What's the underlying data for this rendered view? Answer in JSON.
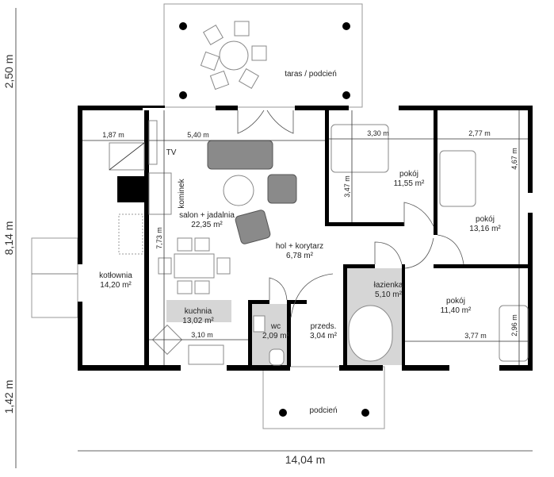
{
  "rooms": {
    "terrace": {
      "name": "taras / podcień"
    },
    "porch": {
      "name": "podcień"
    },
    "boiler": {
      "name": "kotłownia",
      "area": "14,20 m²"
    },
    "living": {
      "name": "salon + jadalnia",
      "area": "22,35 m²"
    },
    "hall": {
      "name": "hol + korytarz",
      "area": "6,78 m²"
    },
    "kitchen": {
      "name": "kuchnia",
      "area": "13,02 m²"
    },
    "wc": {
      "name": "wc",
      "area": "2,09 m²"
    },
    "vestibule": {
      "name": "przeds.",
      "area": "3,04 m²"
    },
    "bathroom": {
      "name": "łazienka",
      "area": "5,10 m²"
    },
    "room1": {
      "name": "pokój",
      "area": "11,55 m²"
    },
    "room2": {
      "name": "pokój",
      "area": "13,16 m²"
    },
    "room3": {
      "name": "pokój",
      "area": "11,40 m²"
    }
  },
  "labels": {
    "tv": "TV",
    "fireplace": "kominek"
  },
  "dimensions": {
    "boiler_width": "1,87 m",
    "living_width": "5,40 m",
    "living_depth": "7,73 m",
    "kitchen_width": "3,10 m",
    "room1_width": "3,30 m",
    "room1_depth": "3,47 m",
    "room2_width": "2,77 m",
    "room2_depth": "4,67 m",
    "room3_width": "3,77 m",
    "room3_depth": "2,96 m",
    "overall_width": "14,04 m",
    "terrace_depth": "2,50 m",
    "house_depth": "8,14 m",
    "porch_depth": "1,42 m"
  },
  "colors": {
    "wall": "#000000",
    "wet_floor": "#d6d6d6",
    "furniture": "#8a8a8a"
  }
}
